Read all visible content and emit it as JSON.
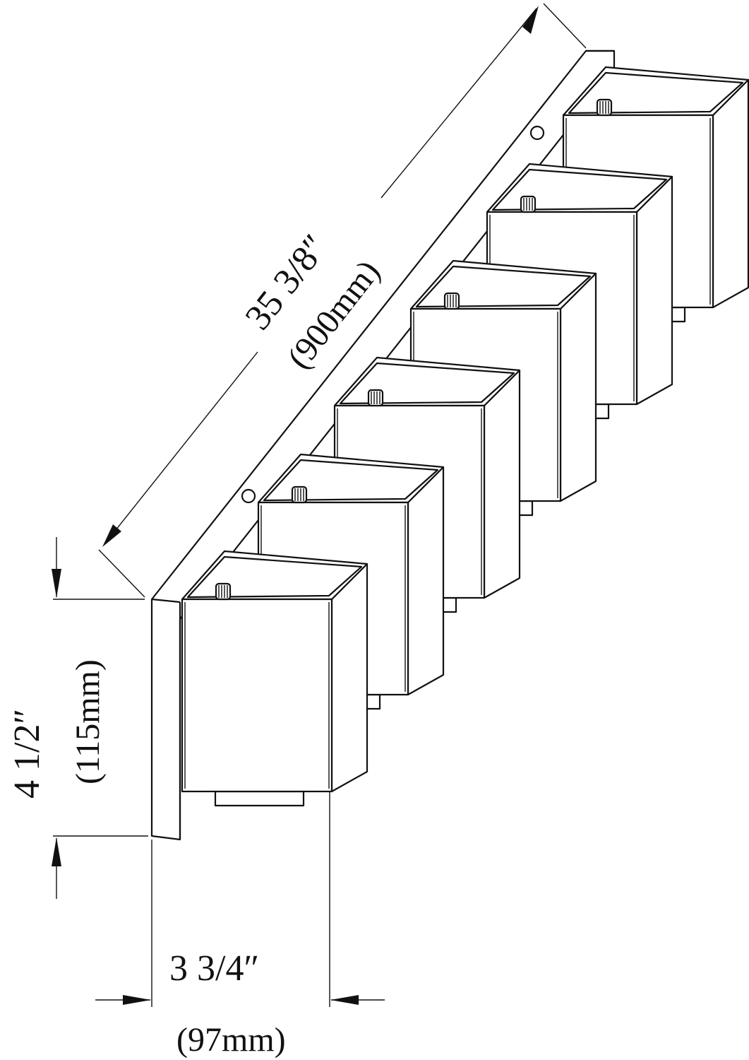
{
  "dimensions": {
    "length": {
      "imperial": "35  3/8″",
      "metric": "(900mm)"
    },
    "height": {
      "imperial": "4  1/2″",
      "metric": "(115mm)"
    },
    "width": {
      "imperial": "3  3/4″",
      "metric": "(97mm)"
    }
  },
  "fixture": {
    "shade_count": 6,
    "screw_count": 2
  }
}
